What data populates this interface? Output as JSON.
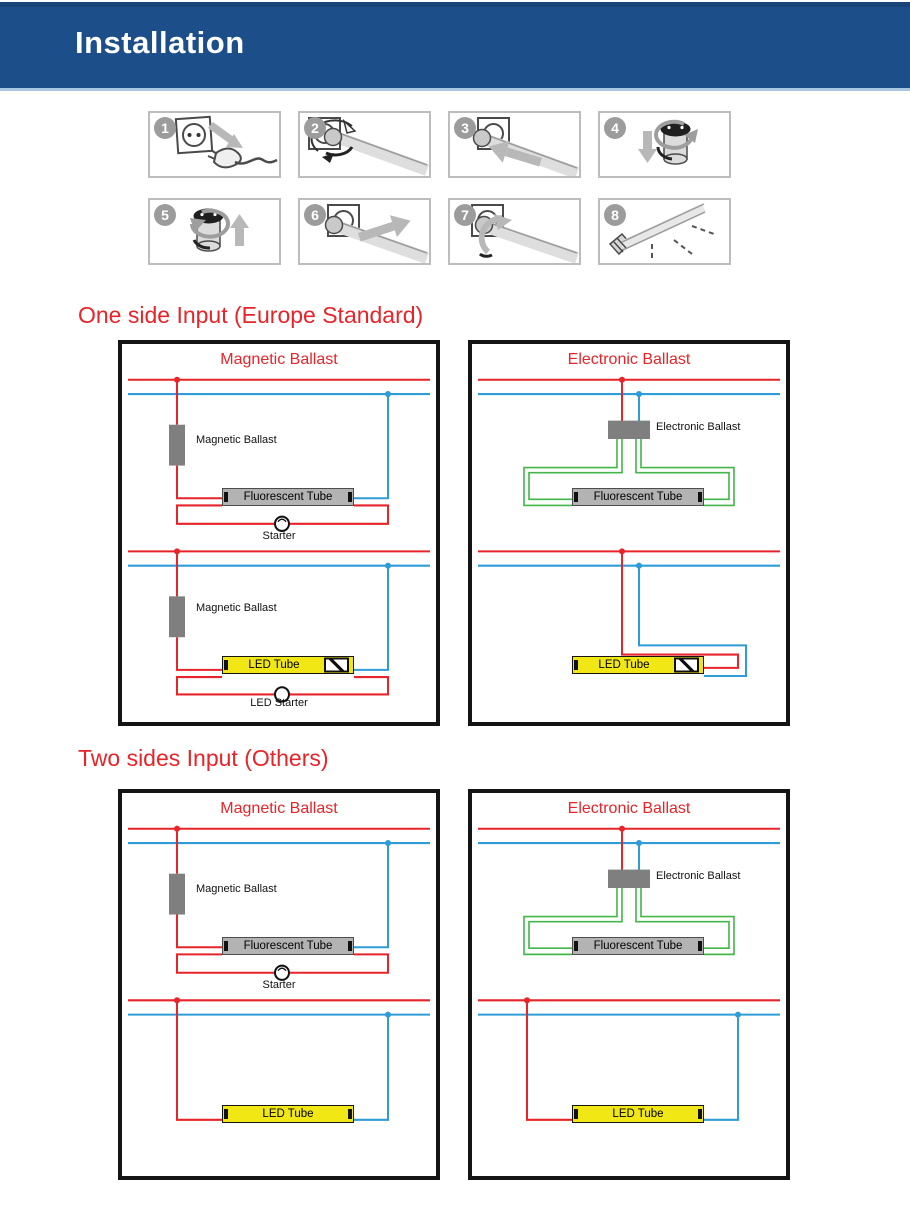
{
  "header": {
    "title": "Installation"
  },
  "steps": [
    {
      "number": "1",
      "icon": "unplug-power-icon"
    },
    {
      "number": "2",
      "icon": "rotate-old-tube-icon"
    },
    {
      "number": "3",
      "icon": "remove-old-tube-icon"
    },
    {
      "number": "4",
      "icon": "remove-starter-icon"
    },
    {
      "number": "5",
      "icon": "install-led-starter-icon"
    },
    {
      "number": "6",
      "icon": "insert-led-tube-icon"
    },
    {
      "number": "7",
      "icon": "rotate-led-tube-icon"
    },
    {
      "number": "8",
      "icon": "power-on-icon"
    }
  ],
  "sections": [
    {
      "heading": "One side Input (Europe Standard)",
      "diagrams": [
        {
          "title": "Magnetic Ballast",
          "fluorescent": {
            "ballast": "Magnetic Ballast",
            "tube": "Fluorescent Tube",
            "starter": "Starter"
          },
          "led": {
            "ballast": "Magnetic Ballast",
            "tube": "LED Tube",
            "starter": "LED Starter"
          }
        },
        {
          "title": "Electronic Ballast",
          "fluorescent": {
            "ballast": "Electronic Ballast",
            "tube": "Fluorescent Tube"
          },
          "led": {
            "tube": "LED Tube"
          }
        }
      ]
    },
    {
      "heading": "Two sides Input (Others)",
      "diagrams": [
        {
          "title": "Magnetic Ballast",
          "fluorescent": {
            "ballast": "Magnetic Ballast",
            "tube": "Fluorescent Tube",
            "starter": "Starter"
          },
          "led": {
            "tube": "LED Tube"
          }
        },
        {
          "title": "Electronic Ballast",
          "fluorescent": {
            "ballast": "Electronic Ballast",
            "tube": "Fluorescent Tube"
          },
          "led": {
            "tube": "LED Tube"
          }
        }
      ]
    }
  ],
  "colors": {
    "header_blue": "#1c4e89",
    "accent_red": "#e62429",
    "wire_blue": "#2f9cd8",
    "wire_green": "#42b649",
    "led_yellow": "#f0e715",
    "ballast_gray": "#7f7f7f",
    "tube_gray": "#b3b3b3"
  }
}
